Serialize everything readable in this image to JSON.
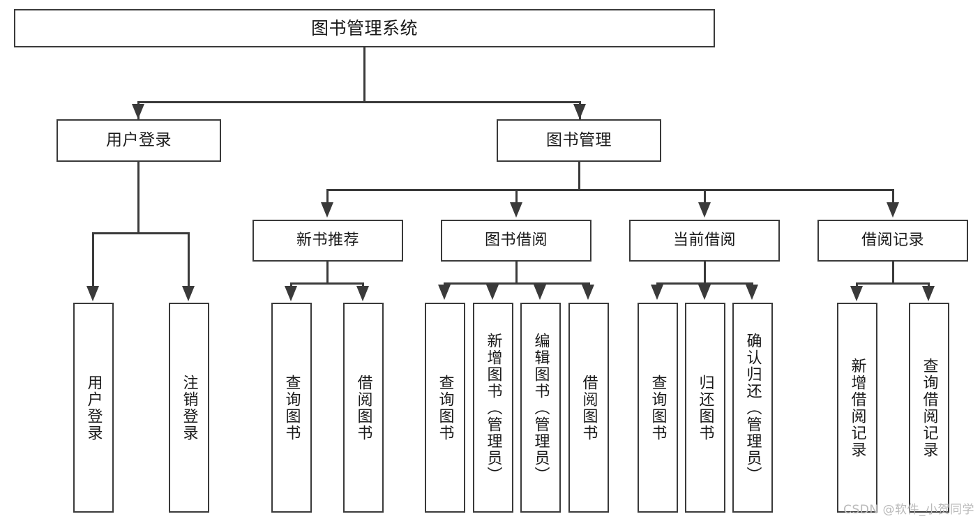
{
  "diagram": {
    "title": "图书管理系统",
    "type": "hierarchy-tree",
    "root": {
      "label": "图书管理系统"
    },
    "level2": [
      {
        "label": "用户登录"
      },
      {
        "label": "图书管理"
      }
    ],
    "level3": [
      {
        "label": "新书推荐"
      },
      {
        "label": "图书借阅"
      },
      {
        "label": "当前借阅"
      },
      {
        "label": "借阅记录"
      }
    ],
    "leaves": {
      "user_login": [
        {
          "label": "用户登录"
        },
        {
          "label": "注销登录"
        }
      ],
      "new_book_recommend": [
        {
          "label": "查询图书"
        },
        {
          "label": "借阅图书"
        }
      ],
      "book_borrow": [
        {
          "label": "查询图书"
        },
        {
          "label": "新增图书（管理员）"
        },
        {
          "label": "编辑图书（管理员）"
        },
        {
          "label": "借阅图书"
        }
      ],
      "current_borrow": [
        {
          "label": "查询图书"
        },
        {
          "label": "归还图书"
        },
        {
          "label": "确认归还（管理员）"
        }
      ],
      "borrow_records": [
        {
          "label": "新增借阅记录"
        },
        {
          "label": "查询借阅记录"
        }
      ]
    }
  },
  "watermark": {
    "text": "CSDN @软件_小贺同学"
  },
  "colors": {
    "stroke": "#3a3a3a",
    "background": "#ffffff",
    "text": "#1a1a1a",
    "watermark": "#b9b9b9"
  }
}
